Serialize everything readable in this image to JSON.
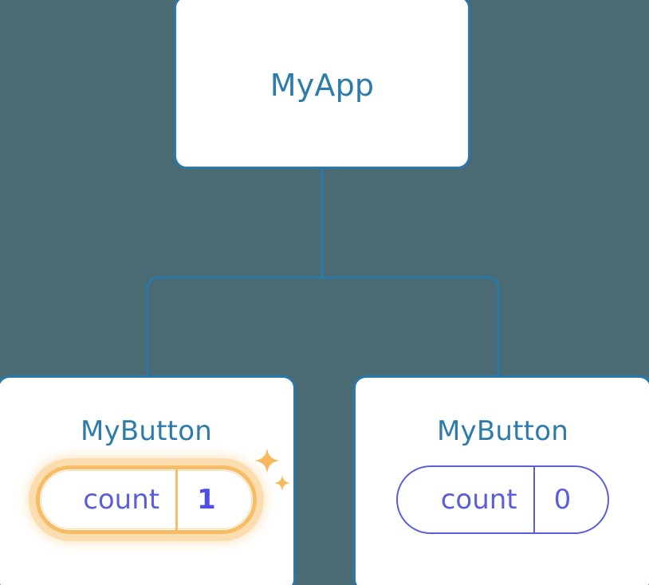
{
  "diagram": {
    "type": "component-tree",
    "background_color": "#4a6a74",
    "connector_color": "#2b78aa",
    "node_border_color": "#2b78aa",
    "node_title_color": "#2c7bab",
    "state_color": "#5b5fd6",
    "highlight_color": "#f8bc66",
    "highlight_glow_color": "#fbddb0"
  },
  "root": {
    "title": "MyApp"
  },
  "children": [
    {
      "title": "MyButton",
      "state": {
        "key": "count",
        "value": "1",
        "highlighted": true
      },
      "sparkles": {
        "large_icon": "sparkle-icon",
        "small_icon": "sparkle-icon"
      }
    },
    {
      "title": "MyButton",
      "state": {
        "key": "count",
        "value": "0",
        "highlighted": false
      }
    }
  ]
}
